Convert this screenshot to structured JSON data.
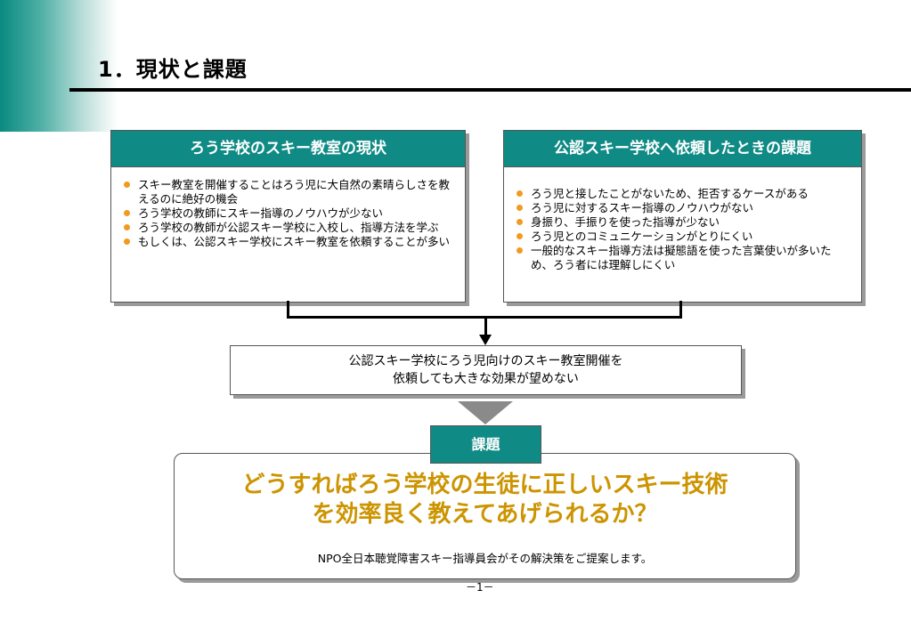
{
  "title": "1．現状と課題",
  "left_box": {
    "header": "ろう学校のスキー教室の現状",
    "items": [
      "スキー教室を開催することはろう児に大自然の素晴らしさを教えるのに絶好の機会",
      "ろう学校の教師にスキー指導のノウハウが少ない",
      "ろう学校の教師が公認スキー学校に入校し、指導方法を学ぶ",
      "もしくは、公認スキー学校にスキー教室を依頼することが多い"
    ]
  },
  "right_box": {
    "header": "公認スキー学校へ依頼したときの課題",
    "items": [
      "ろう児と接したことがないため、拒否するケースがある",
      "ろう児に対するスキー指導のノウハウがない",
      "身振り、手振りを使った指導が少ない",
      "ろう児とのコミュニケーションがとりにくい",
      "一般的なスキー指導方法は擬態語を使った言葉使いが多いため、ろう者には理解しにくい"
    ]
  },
  "middle_box": {
    "line1": "公認スキー学校にろう児向けのスキー教室開催を",
    "line2": "依頼しても大きな効果が望めない"
  },
  "kadai_label": "課題",
  "bottom_box": {
    "headline_line1": "どうすればろう学校の生徒に正しいスキー技術",
    "headline_line2": "を効率良く教えてあげられるか？",
    "subtext": "NPO全日本聴覚障害スキー指導員会がその解決策をご提案します。"
  },
  "page_number": "－1－",
  "colors": {
    "teal": "#108a85",
    "bullet_orange": "#f29a1f",
    "headline_gold": "#cc9400",
    "triangle_gray": "#8a8a8a"
  }
}
